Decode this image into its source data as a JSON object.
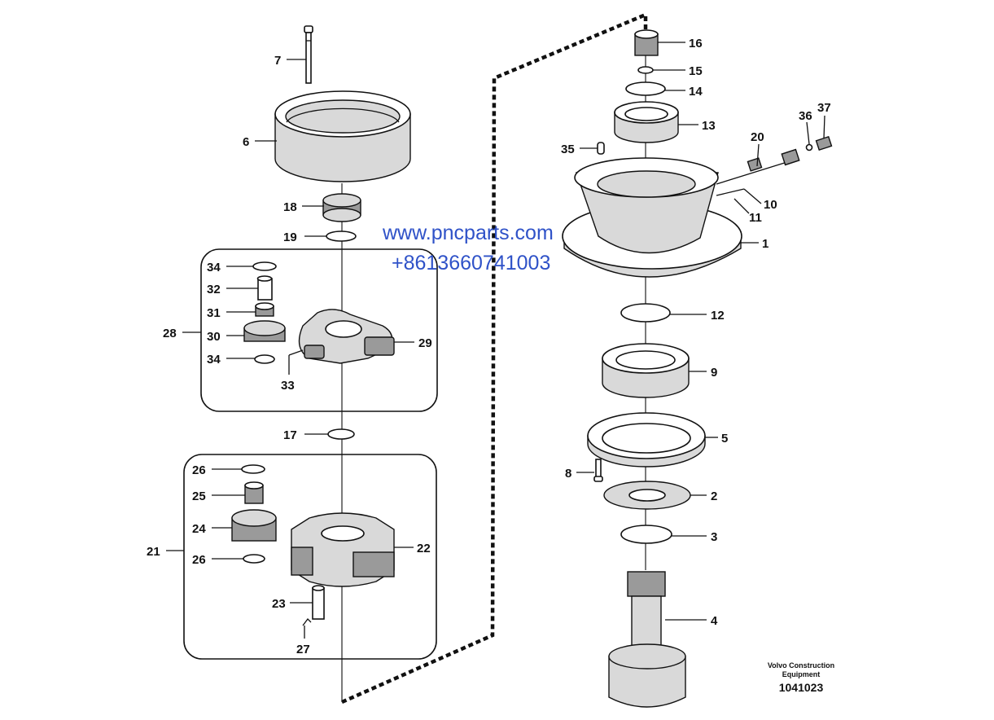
{
  "diagram": {
    "callouts": [
      {
        "id": "7",
        "label": "7"
      },
      {
        "id": "6",
        "label": "6"
      },
      {
        "id": "18",
        "label": "18"
      },
      {
        "id": "19",
        "label": "19"
      },
      {
        "id": "34a",
        "label": "34"
      },
      {
        "id": "32",
        "label": "32"
      },
      {
        "id": "31",
        "label": "31"
      },
      {
        "id": "28",
        "label": "28"
      },
      {
        "id": "30",
        "label": "30"
      },
      {
        "id": "34b",
        "label": "34"
      },
      {
        "id": "29",
        "label": "29"
      },
      {
        "id": "33",
        "label": "33"
      },
      {
        "id": "17",
        "label": "17"
      },
      {
        "id": "26a",
        "label": "26"
      },
      {
        "id": "25",
        "label": "25"
      },
      {
        "id": "24",
        "label": "24"
      },
      {
        "id": "21",
        "label": "21"
      },
      {
        "id": "26b",
        "label": "26"
      },
      {
        "id": "22",
        "label": "22"
      },
      {
        "id": "23",
        "label": "23"
      },
      {
        "id": "27",
        "label": "27"
      },
      {
        "id": "16",
        "label": "16"
      },
      {
        "id": "15",
        "label": "15"
      },
      {
        "id": "14",
        "label": "14"
      },
      {
        "id": "13",
        "label": "13"
      },
      {
        "id": "35",
        "label": "35"
      },
      {
        "id": "36",
        "label": "36"
      },
      {
        "id": "37",
        "label": "37"
      },
      {
        "id": "20",
        "label": "20"
      },
      {
        "id": "10",
        "label": "10"
      },
      {
        "id": "11",
        "label": "11"
      },
      {
        "id": "1",
        "label": "1"
      },
      {
        "id": "12",
        "label": "12"
      },
      {
        "id": "9",
        "label": "9"
      },
      {
        "id": "5",
        "label": "5"
      },
      {
        "id": "8",
        "label": "8"
      },
      {
        "id": "2",
        "label": "2"
      },
      {
        "id": "3",
        "label": "3"
      },
      {
        "id": "4",
        "label": "4"
      }
    ]
  },
  "watermark": {
    "line1": "www.pncparts.com",
    "line2": "+8613660741003"
  },
  "brand": {
    "line1": "Volvo Construction",
    "line2": "Equipment",
    "code": "1041023"
  }
}
